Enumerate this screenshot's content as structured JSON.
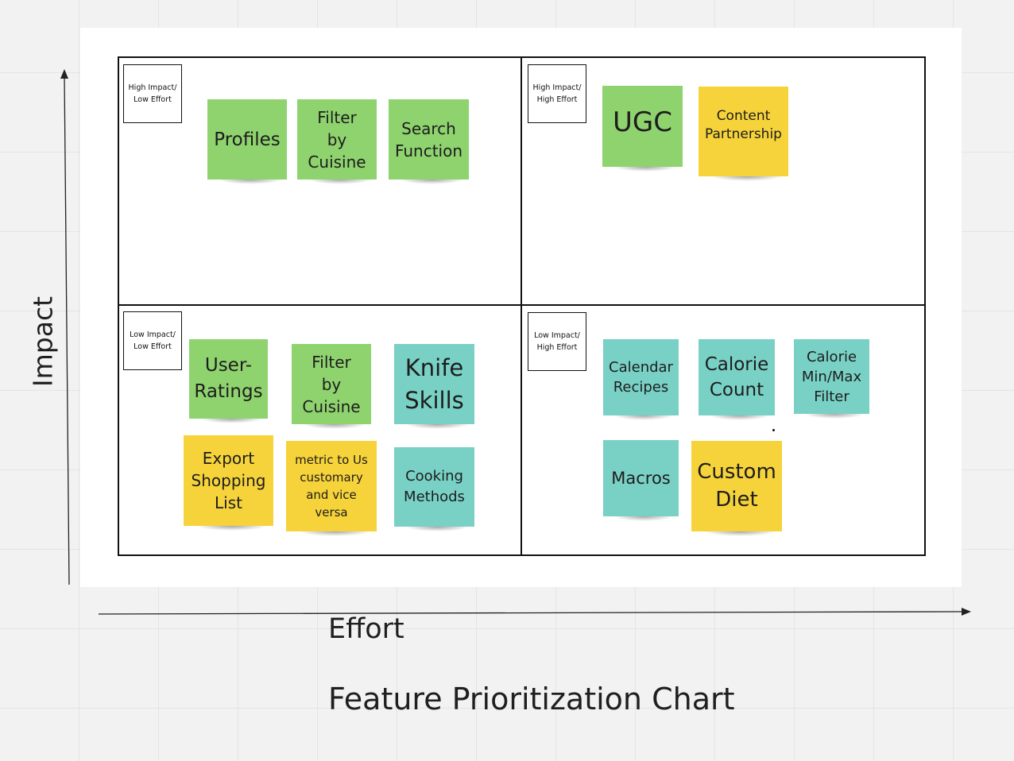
{
  "quadrant_labels": {
    "top_left": "High Impact/\nLow Effort",
    "top_right": "High Impact/\nHigh Effort",
    "bottom_left": "Low Impact/\nLow Effort",
    "bottom_right": "Low Impact/\nHigh Effort"
  },
  "notes": {
    "profiles": "Profiles",
    "filter_cuisine_high": "Filter\nby\nCuisine",
    "search_function": "Search\nFunction",
    "ugc": "UGC",
    "content_partnership": "Content\nPartnership",
    "user_ratings": "User-\nRatings",
    "filter_cuisine_low": "Filter\nby\nCuisine",
    "knife_skills": "Knife\nSkills",
    "export_shopping_list": "Export\nShopping\nList",
    "metric_conversion": "metric to Us\ncustomary\nand vice\nversa",
    "cooking_methods": "Cooking\nMethods",
    "calendar_recipes": "Calendar\nRecipes",
    "calorie_count": "Calorie\nCount",
    "calorie_filter": "Calorie\nMin/Max\nFilter",
    "macros": "Macros",
    "custom_diet": "Custom\nDiet"
  },
  "axes": {
    "y_label": "Impact",
    "x_label": "Effort"
  },
  "title": "Feature Prioritization Chart",
  "colors": {
    "green": "#8fd36f",
    "yellow": "#f6d33a",
    "teal": "#79d1c6"
  }
}
